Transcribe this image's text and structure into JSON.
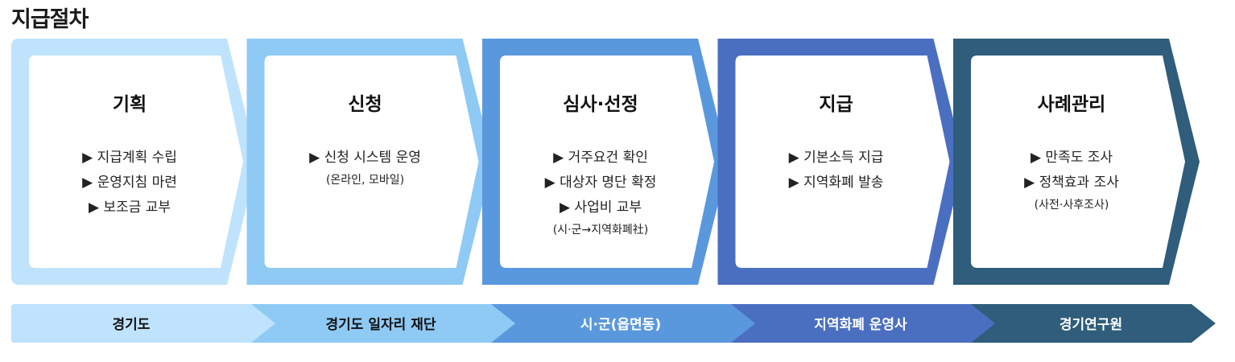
{
  "page": {
    "title": "지급절차"
  },
  "colors": {
    "step1": "#bfe3fc",
    "step2": "#8fcaf5",
    "step3": "#5a98dd",
    "step4": "#4b6fc0",
    "step5": "#2f5d7b",
    "dark_text": "#111111",
    "light_text": "#ffffff"
  },
  "steps": [
    {
      "title": "기획",
      "items": [
        "▶ 지급계획 수립",
        "▶ 운영지침 마련",
        "▶ 보조금 교부"
      ],
      "note": ""
    },
    {
      "title": "신청",
      "items": [
        "▶ 신청 시스템 운영"
      ],
      "note": "(온라인, 모바일)"
    },
    {
      "title": "심사·선정",
      "items": [
        "▶ 거주요건 확인",
        "▶ 대상자 명단 확정",
        "▶ 사업비 교부"
      ],
      "note": "(시·군→지역화폐社)"
    },
    {
      "title": "지급",
      "items": [
        "▶ 기본소득 지급",
        "▶ 지역화폐 발송"
      ],
      "note": ""
    },
    {
      "title": "사례관리",
      "items": [
        "▶ 만족도 조사",
        "▶ 정책효과 조사"
      ],
      "note": "(사전·사후조사)"
    }
  ],
  "organizations": [
    {
      "label": "경기도",
      "text_color": "dark"
    },
    {
      "label": "경기도 일자리 재단",
      "text_color": "dark"
    },
    {
      "label": "시·군(읍면동)",
      "text_color": "light"
    },
    {
      "label": "지역화폐 운영사",
      "text_color": "light"
    },
    {
      "label": "경기연구원",
      "text_color": "light"
    }
  ]
}
